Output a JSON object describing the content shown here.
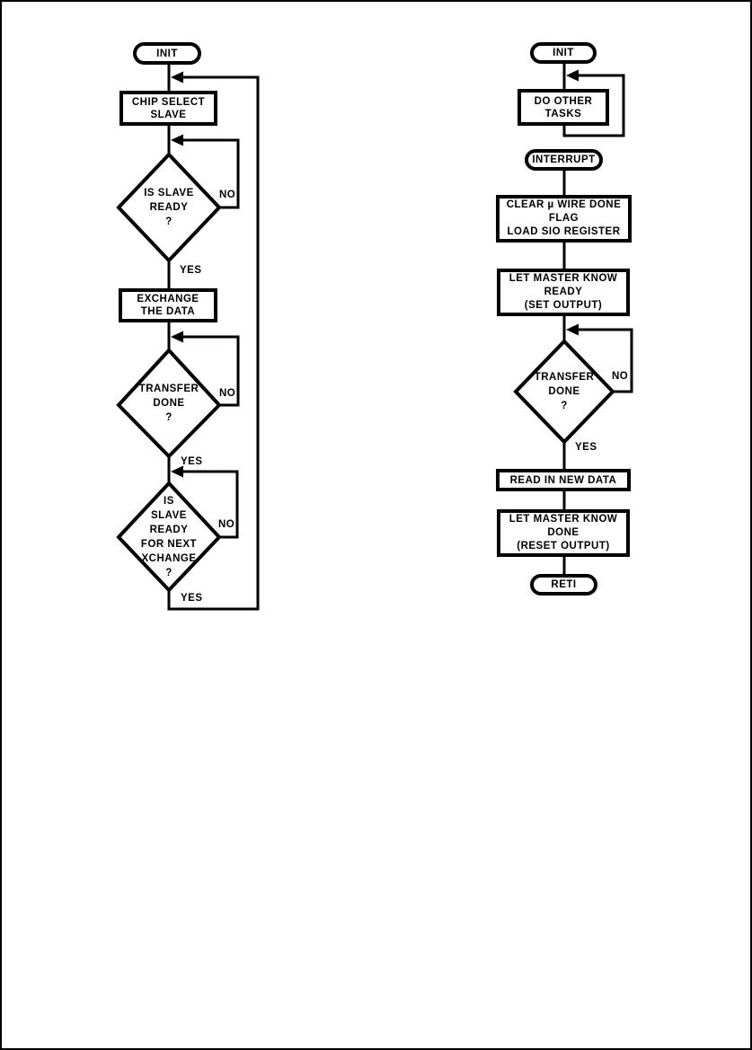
{
  "colors": {
    "ink": "#000000",
    "paper": "#ffffff"
  },
  "left_flowchart": {
    "init": "INIT",
    "chip_select_slave": "CHIP SELECT\nSLAVE",
    "is_slave_ready": "IS SLAVE\nREADY\n?",
    "is_slave_ready_no": "NO",
    "is_slave_ready_yes": "YES",
    "exchange_the_data": "EXCHANGE\nTHE DATA",
    "transfer_done": "TRANSFER\nDONE\n?",
    "transfer_done_no": "NO",
    "transfer_done_yes": "YES",
    "slave_ready_for_next": "IS\nSLAVE\nREADY\nFOR NEXT\nXCHANGE\n?",
    "slave_ready_for_next_no": "NO",
    "slave_ready_for_next_yes": "YES"
  },
  "right_flowchart": {
    "init": "INIT",
    "do_other_tasks": "DO OTHER\nTASKS",
    "interrupt": "INTERRUPT",
    "clear_flag_load_sio": "CLEAR µ WIRE DONE\nFLAG\nLOAD SIO REGISTER",
    "let_master_know_ready": "LET MASTER KNOW\nREADY\n(SET OUTPUT)",
    "transfer_done": "TRANSFER\nDONE\n?",
    "transfer_done_no": "NO",
    "transfer_done_yes": "YES",
    "read_in_new_data": "READ IN NEW DATA",
    "let_master_know_done": "LET MASTER KNOW\nDONE\n(RESET OUTPUT)",
    "reti": "RETI"
  }
}
